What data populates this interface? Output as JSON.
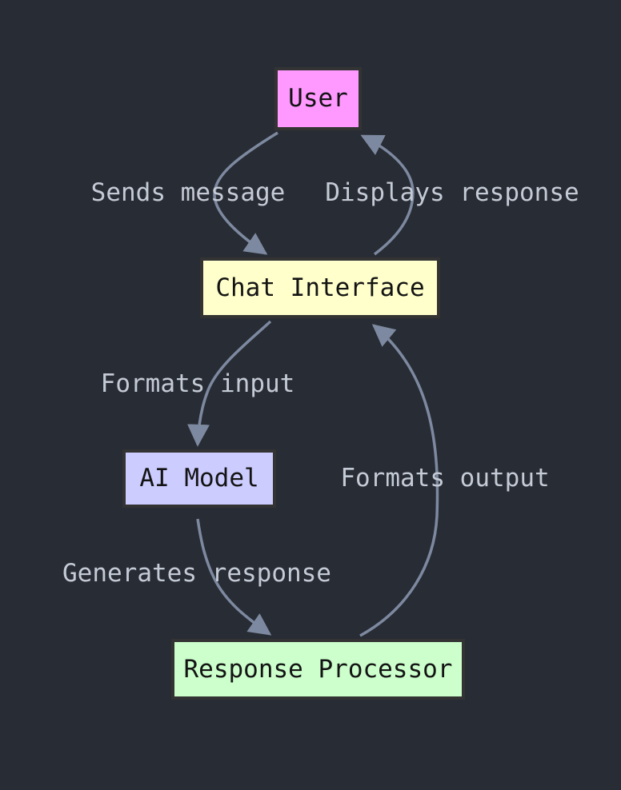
{
  "diagram": {
    "type": "flowchart",
    "direction": "top-down",
    "background_color": "#282c34",
    "edge_color": "#7d89a0",
    "edge_label_color": "#c5cbd6",
    "node_border_color": "#333333",
    "node_text_color": "#141414",
    "nodes": [
      {
        "id": "user",
        "label": "User",
        "fill": "#ff99ff"
      },
      {
        "id": "chat-interface",
        "label": "Chat Interface",
        "fill": "#ffffcc"
      },
      {
        "id": "ai-model",
        "label": "AI Model",
        "fill": "#ccccff"
      },
      {
        "id": "response-processor",
        "label": "Response Processor",
        "fill": "#ccffcc"
      }
    ],
    "edges": [
      {
        "from": "User",
        "to": "Chat Interface",
        "label": "Sends message"
      },
      {
        "from": "Chat Interface",
        "to": "User",
        "label": "Displays response"
      },
      {
        "from": "Chat Interface",
        "to": "AI Model",
        "label": "Formats input"
      },
      {
        "from": "AI Model",
        "to": "Response Processor",
        "label": "Generates response"
      },
      {
        "from": "Response Processor",
        "to": "Chat Interface",
        "label": "Formats output"
      }
    ]
  }
}
